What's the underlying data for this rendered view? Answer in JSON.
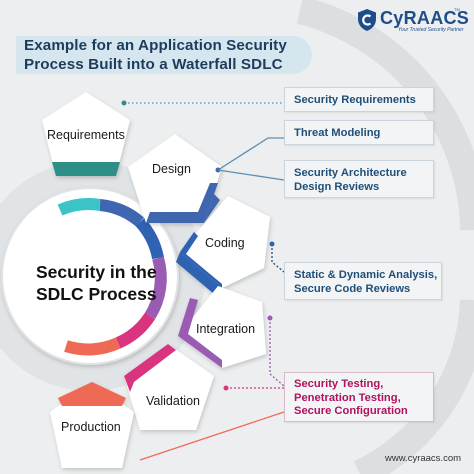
{
  "header": {
    "title_line1": "Example for an Application Security",
    "title_line2": "Process Built into a Waterfall SDLC"
  },
  "logo": {
    "name": "CyRAACS",
    "trademark": "TM",
    "tagline": "Your Trusted Security Partner",
    "icon": "shield-c-icon"
  },
  "center": {
    "line1": "Security in the",
    "line2": "SDLC Process"
  },
  "phases": [
    {
      "label": "Requirements",
      "color": "#2f8f86"
    },
    {
      "label": "Design",
      "color": "#3f66b0"
    },
    {
      "label": "Coding",
      "color": "#2f62b2"
    },
    {
      "label": "Integration",
      "color": "#9a5cb3"
    },
    {
      "label": "Validation",
      "color": "#d9347f"
    },
    {
      "label": "Production",
      "color": "#ef6a55"
    }
  ],
  "activities": [
    {
      "lines": [
        "Security Requirements"
      ],
      "color": "#1f4f78"
    },
    {
      "lines": [
        "Threat Modeling"
      ],
      "color": "#1f4f78"
    },
    {
      "lines": [
        "Security Architecture",
        "Design Reviews"
      ],
      "color": "#1f4f78"
    },
    {
      "lines": [
        "Static & Dynamic Analysis,",
        "Secure Code Reviews"
      ],
      "color": "#1f4f78"
    },
    {
      "lines": [
        "Security Testing,",
        "Penetration Testing,",
        "Secure Configuration"
      ],
      "color": "#b0125e"
    }
  ],
  "footer": {
    "url": "www.cyraacs.com"
  },
  "colors": {
    "background": "#eceeef",
    "title_band": "#d6e6ef",
    "title_text": "#1d3c5c",
    "brand": "#1d4e89"
  }
}
